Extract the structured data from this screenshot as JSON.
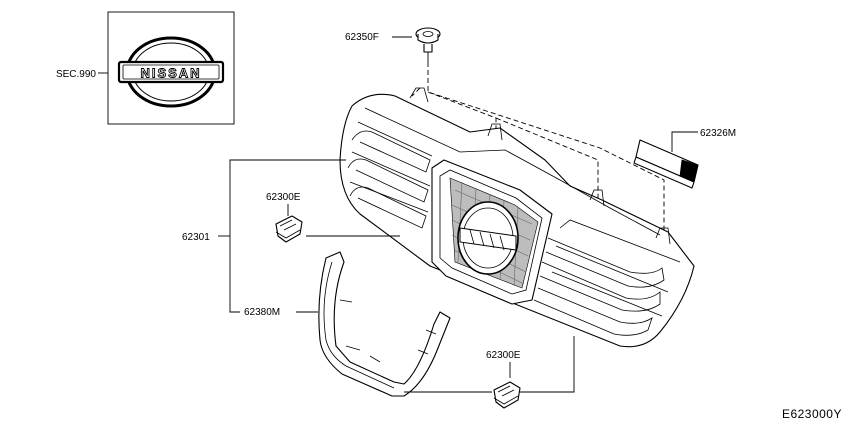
{
  "diagram": {
    "section_label": "SEC.990",
    "emblem_text": "NISSAN",
    "drawing_code": "E623000Y",
    "callouts": {
      "clip_top": "62350F",
      "garnish": "62326M",
      "clip_left": "62300E",
      "grille": "62301",
      "molding": "62380M",
      "clip_bottom": "62300E"
    }
  }
}
